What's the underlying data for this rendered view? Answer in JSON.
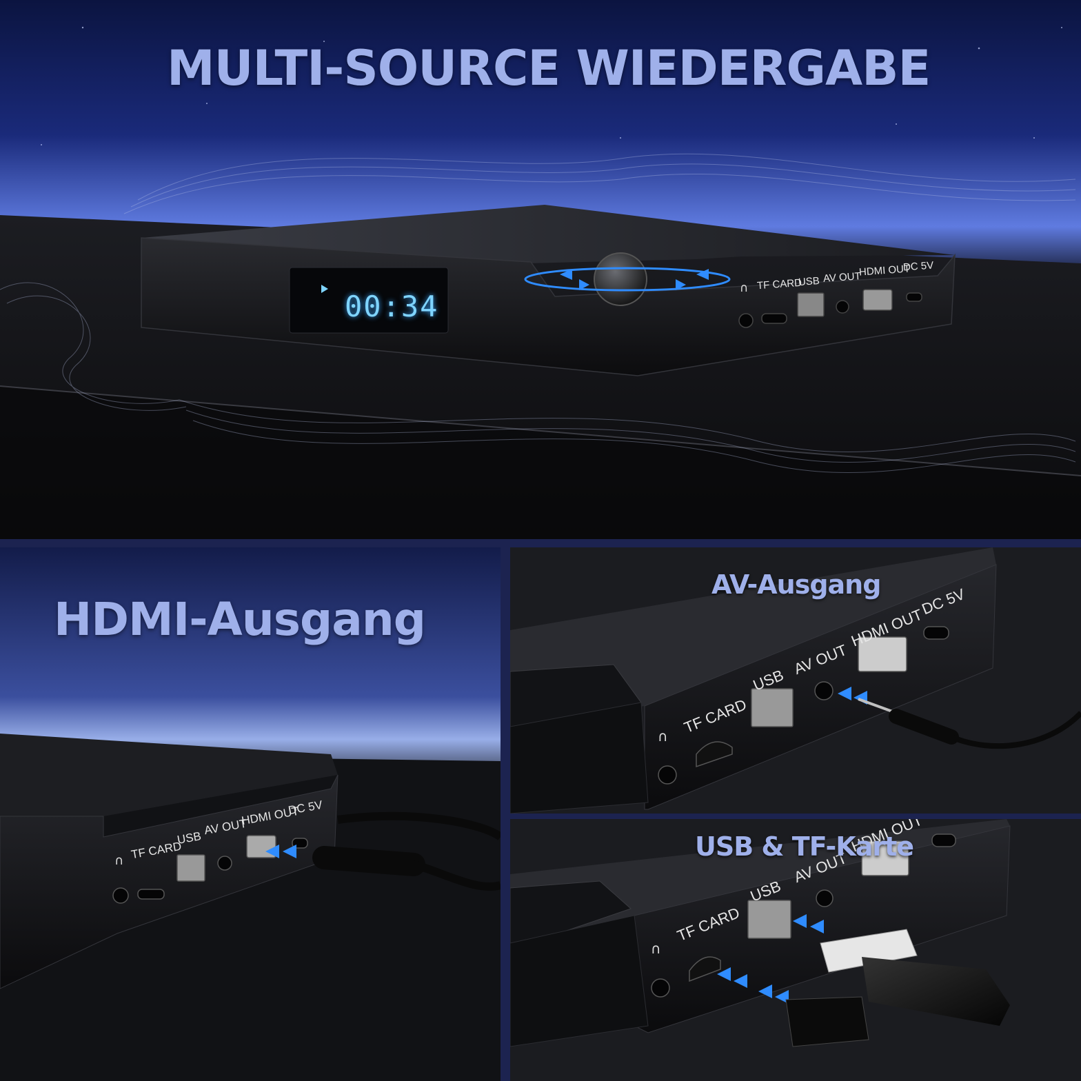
{
  "headlines": {
    "top": "MULTI-SOURCE WIEDERGABE",
    "hdmi": "HDMI-Ausgang",
    "av": "AV-Ausgang",
    "usb_tf": "USB & TF-Karte"
  },
  "device": {
    "display_time": "00:34",
    "port_labels": {
      "tf_card": "TF CARD",
      "usb": "USB",
      "av_out": "AV OUT",
      "hdmi_out": "HDMI OUT",
      "dc": "DC 5V"
    }
  },
  "colors": {
    "headline_text": "#9fb0ea",
    "sky_top": "#0b1440",
    "sky_glow": "#5f7be0",
    "display_digits": "#7fd4ff",
    "arrow_accent": "#2f8cff",
    "device_body": "#141518"
  },
  "icons": [
    "play-icon",
    "headphone-icon",
    "rotate-arrows-icon",
    "insert-arrows-icon"
  ]
}
